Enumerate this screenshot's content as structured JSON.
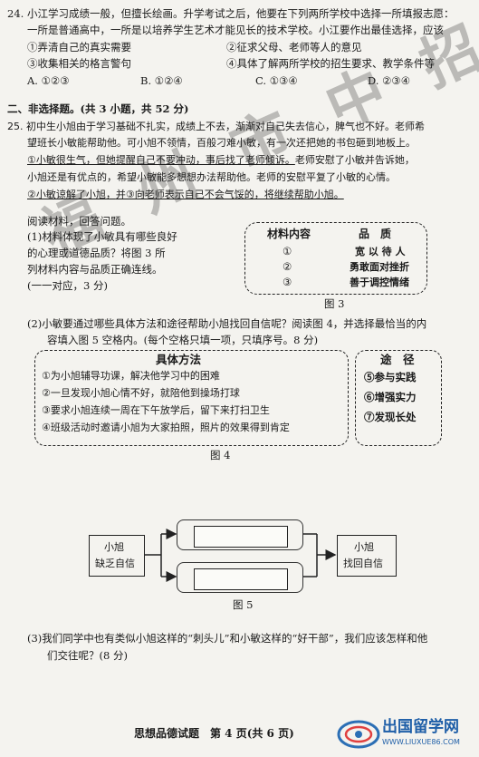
{
  "q24": {
    "stem1": "24. 小江学习成绩一般，但擅长绘画。升学考试之后，他要在下列两所学校中选择一所填报志愿：",
    "stem2": "一所是普通高中，一所是以培养学生艺术才能见长的技术学校。小江要作出最佳选择，应该",
    "opt1": "①弄清自己的真实需要",
    "opt2": "②征求父母、老师等人的意见",
    "opt3": "③收集相关的格言警句",
    "opt4": "④具体了解两所学校的招生要求、教学条件等",
    "A": "A. ①②③",
    "B": "B. ①②④",
    "C": "C. ①③④",
    "D": "D. ②③④"
  },
  "section2": "二、非选择题。(共 3 小题，共 52 分)",
  "q25": {
    "l1": "25. 初中生小旭由于学习基础不扎实，成绩上不去，渐渐对自己失去信心，脾气也不好。老师希",
    "l2": "望班长小敏能帮助他。可小旭不领情，百般刁难小敏，有一次还把她的书包砸到地板上。",
    "l3a": "①小敏很生气，但她提醒自己不要冲动，事后找了老师倾诉。",
    "l3b": "老师安慰了小敏并告诉她，",
    "l4": "小旭还是有优点的，希望小敏能多想想办法帮助他。老师的安慰平复了小敏的心情。",
    "l5a": "②小敏谅解了小旭，",
    "l5b": "并③向老师表示自己不会气馁的，将继续帮助小旭。",
    "read": "阅读材料，回答问题。",
    "p1l1": "(1)材料体现了小敏具有哪些良好",
    "p1l2": "的心理或道德品质？将图 3 所",
    "p1l3": "列材料内容与品质正确连线。",
    "p1l4": "(一一对应，3 分)",
    "p2l1": "(2)小敏要通过哪些具体方法和途径帮助小旭找回自信呢？阅读图 4，并选择最恰当的内",
    "p2l2": "容填入图 5 空格内。(每个空格只填一项，只填序号。8 分)",
    "p3l1": "(3)我们同学中也有类似小旭这样的“刺头儿”和小敏这样的“好干部”，我们应该怎样和他",
    "p3l2": "们交往呢？(8 分)"
  },
  "fig3": {
    "col1": "材料内容",
    "col2": "品　质",
    "items": [
      "①",
      "②",
      "③"
    ],
    "qualities": [
      "宽 以 待 人",
      "勇敢面对挫折",
      "善于调控情绪"
    ],
    "caption": "图 3"
  },
  "fig4": {
    "methods_title": "具体方法",
    "methods": [
      "①为小旭辅导功课，解决他学习中的困难",
      "②一旦发现小旭心情不好，就陪他到操场打球",
      "③要求小旭连续一周在下午放学后，留下来打扫卫生",
      "④班级活动时邀请小旭为大家拍照，照片的效果得到肯定"
    ],
    "ways_title": "途　径",
    "ways": [
      "⑤参与实践",
      "⑥增强实力",
      "⑦发现长处"
    ],
    "caption": "图 4"
  },
  "fig5": {
    "left1": "小旭",
    "left2": "缺乏自信",
    "right1": "小旭",
    "right2": "找回自信",
    "caption": "图 5"
  },
  "watermark": "福 州 市 中 招 办",
  "footer": "思想品德试题　第 4 页(共 6 页)",
  "logo": {
    "name": "出国留学网",
    "url": "WWW.LIUXUE86.COM"
  }
}
